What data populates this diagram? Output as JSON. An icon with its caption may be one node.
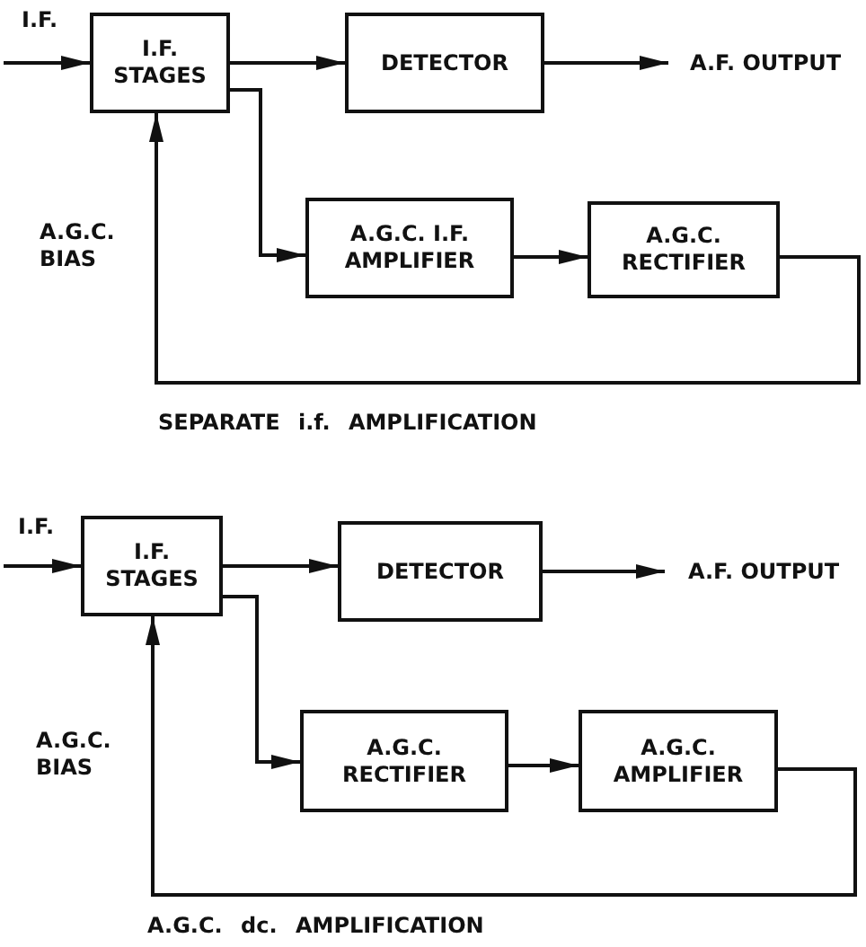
{
  "diagram": {
    "nodes": [
      {
        "text": [
          "I.F. STAGES"
        ]
      },
      {
        "text": [
          "DETECTOR"
        ]
      },
      {
        "text": [
          "A.F. OUTPUT"
        ]
      },
      {
        "text": [
          "A.G.C. I.F. AMPLIFIER"
        ]
      },
      {
        "text": [
          "A.G.C. RECTIFIER"
        ]
      },
      {
        "text": [
          "I.F. STAGES"
        ]
      },
      {
        "text": [
          "DETECTOR"
        ]
      },
      {
        "text": [
          "A.F. OUTPUT"
        ]
      },
      {
        "text": [
          "A.G.C. RECTIFIER"
        ]
      },
      {
        "text": [
          "A.G.C. AMPLIFIER"
        ]
      }
    ],
    "edges": [
      {
        "from": null,
        "to": 0,
        "arrow": "to",
        "label": "I.F."
      },
      {
        "from": 0,
        "to": 1,
        "arrow": "to"
      },
      {
        "from": 1,
        "to": 2,
        "arrow": "to"
      },
      {
        "from": 0,
        "to": 3,
        "arrow": "to"
      },
      {
        "from": 3,
        "to": 4,
        "arrow": "to"
      },
      {
        "from": 4,
        "to": 0,
        "arrow": "to",
        "label": "A.G.C. BIAS"
      },
      {
        "from": null,
        "to": 5,
        "arrow": "to",
        "label": "I.F."
      },
      {
        "from": 5,
        "to": 6,
        "arrow": "to"
      },
      {
        "from": 6,
        "to": 7,
        "arrow": "to"
      },
      {
        "from": 5,
        "to": 8,
        "arrow": "to"
      },
      {
        "from": 8,
        "to": 9,
        "arrow": "to"
      },
      {
        "from": 9,
        "to": 5,
        "arrow": "to",
        "label": "A.G.C. BIAS"
      }
    ],
    "labels": [
      "SEPARATE i.f. AMPLIFICATION",
      "A.G.C. dc. AMPLIFICATION"
    ]
  }
}
